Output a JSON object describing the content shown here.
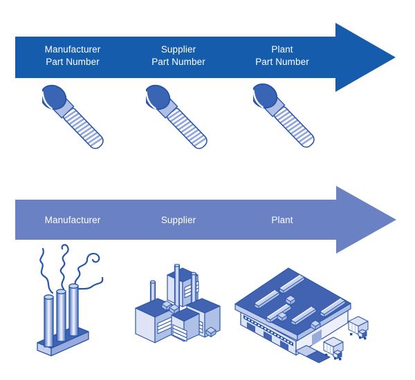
{
  "diagram": {
    "title_hint": "part number flow across supply chain",
    "top_flow": {
      "columns": [
        {
          "line1": "Manufacturer",
          "line2": "Part Number",
          "icon": "carriage-bolt"
        },
        {
          "line1": "Supplier",
          "line2": "Part Number",
          "icon": "carriage-bolt"
        },
        {
          "line1": "Plant",
          "line2": "Part Number",
          "icon": "carriage-bolt"
        }
      ]
    },
    "bottom_flow": {
      "columns": [
        {
          "label": "Manufacturer",
          "icon": "factory-smokestacks"
        },
        {
          "label": "Supplier",
          "icon": "factory-buildings"
        },
        {
          "label": "Plant",
          "icon": "warehouse-with-trucks"
        }
      ]
    },
    "colors": {
      "top_arrow": "#165CAC",
      "bottom_arrow": "#6A81C4",
      "label_text": "#FFFFFF",
      "illustration_outline": "#2B56A8",
      "illustration_top": "#4263B1",
      "illustration_light": "#DEE4F5",
      "illustration_mid": "#AFC0E6"
    }
  }
}
